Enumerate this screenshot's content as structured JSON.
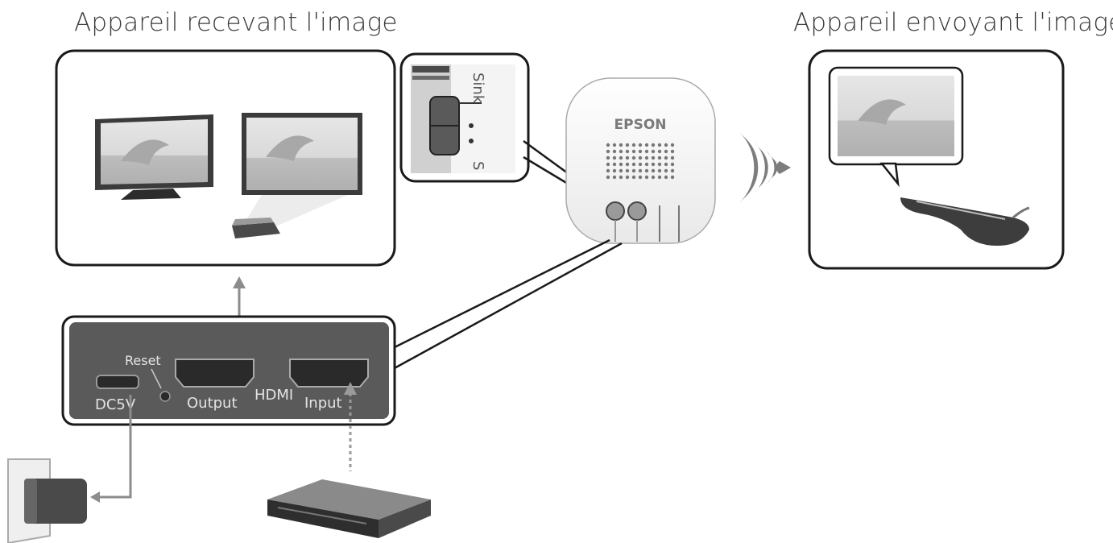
{
  "titles": {
    "receiving_device": "Appareil recevant l'image",
    "sending_device": "Appareil envoyant l'image"
  },
  "hub": {
    "brand": "EPSON",
    "switch_label": "Sink",
    "switch_label_partial": "S"
  },
  "panel": {
    "dc_label": "DC5V",
    "reset_label": "Reset",
    "output_label": "Output",
    "hdmi_label": "HDMI",
    "input_label": "Input"
  },
  "colors": {
    "panel_fill": "#5a5a5a",
    "box_border": "#1a1a1a",
    "screen_image": "#cfcfcf",
    "arrow_gray": "#8c8c8c"
  },
  "icons": [
    "tv-icon",
    "projector-icon",
    "smart-glasses-icon",
    "wireless-signal-icon",
    "blu-ray-player-icon",
    "power-adapter-icon",
    "hdmi-port-icon"
  ]
}
